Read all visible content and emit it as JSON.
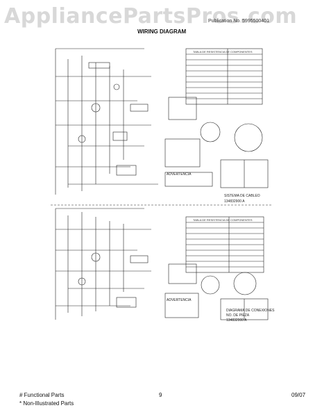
{
  "watermark": "AppliancePartsPros.com",
  "header": {
    "publication": "Publication No. 5995500401",
    "title": "WIRING DIAGRAM"
  },
  "diagram_labels": {
    "upper_table_title": "TABLA DE RESISTENCIA DE COMPONENTES",
    "upper_schema": "SISTEMA DE CABLEO",
    "upper_schema_code": "134832900 A",
    "warning_upper": "ADVERTENCIA",
    "warning_lower": "ADVERTENCIA",
    "lower_table_title": "TABLA DE RESISTENCIA DE COMPONENTES",
    "lower_diagram": "DIAGRAMA DE CONEXIONES",
    "lower_diagram_sub": "NO. DE PIEZA",
    "lower_diagram_code": "134832900 A"
  },
  "footer": {
    "legend_functional": "# Functional Parts",
    "legend_non_illustrated": "* Non-Illustrated Parts",
    "page_number": "9",
    "date": "09/07"
  }
}
